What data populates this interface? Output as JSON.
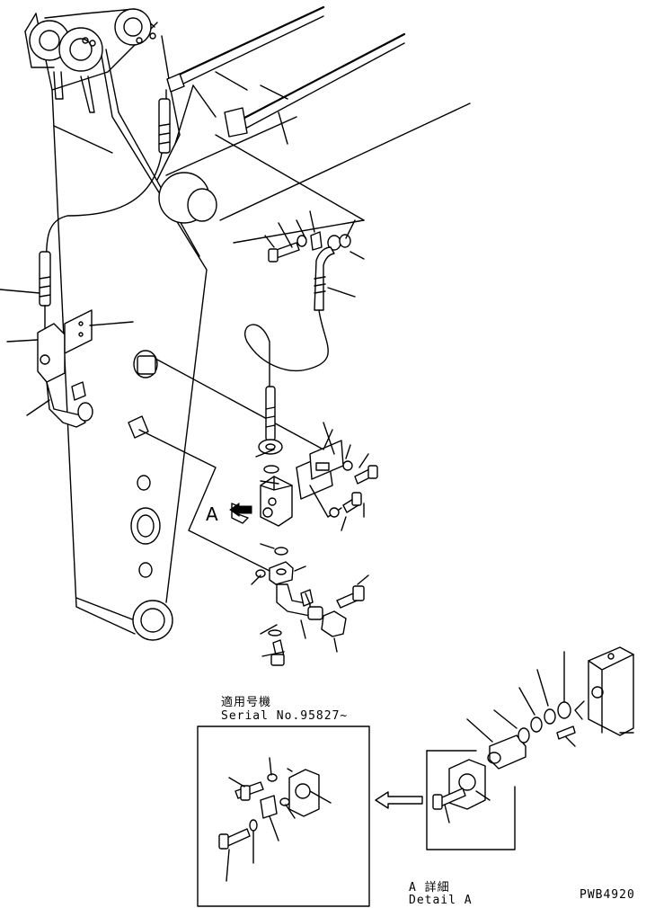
{
  "view_label": "A",
  "serial_note": {
    "line_jp": "適用号機",
    "line_en": "Serial No.95827~"
  },
  "detail_note": {
    "line_jp": "A 詳細",
    "line_en": "Detail A"
  },
  "drawing_code": "PWB4920"
}
